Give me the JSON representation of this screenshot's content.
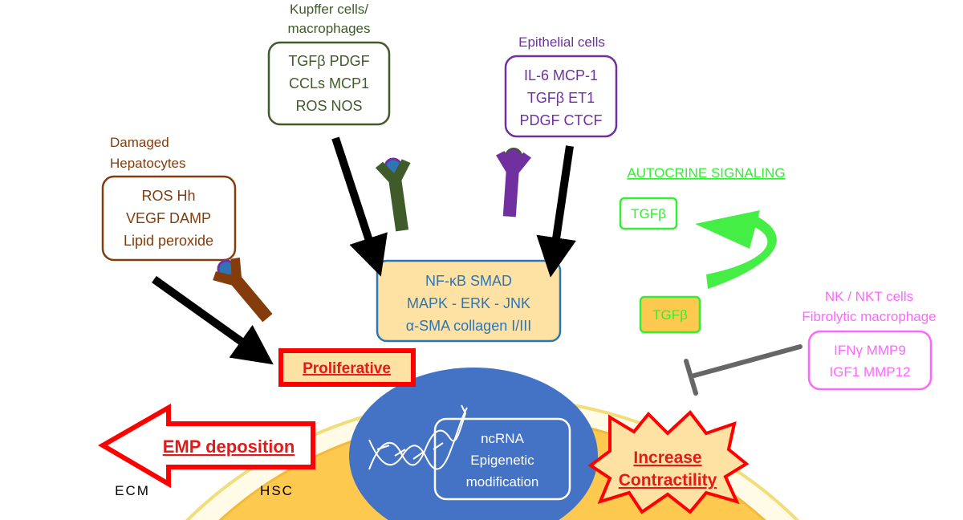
{
  "sources": {
    "kupffer": {
      "title": [
        "Kupffer cells/",
        "macrophages"
      ],
      "lines": [
        "TGFβ PDGF",
        "CCLs MCP1",
        "ROS NOS"
      ]
    },
    "epithelial": {
      "title": [
        "Epithelial cells"
      ],
      "lines": [
        "IL-6  MCP-1",
        "TGFβ ET1",
        "PDGF CTCF"
      ]
    },
    "hepatocytes": {
      "title": [
        "Damaged",
        "Hepatocytes"
      ],
      "lines": [
        "ROS Hh",
        "VEGF DAMP",
        "Lipid peroxide"
      ]
    },
    "nk": {
      "title": [
        "NK / NKT cells",
        "Fibrolytic macrophage"
      ],
      "lines": [
        "IFNγ MMP9",
        "IGF1 MMP12"
      ]
    }
  },
  "autocrine": {
    "title": "AUTOCRINE SIGNALING",
    "outer_label": "TGFβ",
    "inner_label": "TGFβ"
  },
  "pathways": {
    "lines": [
      "NF-κB   SMAD",
      "MAPK - ERK - JNK",
      "α-SMA  collagen I/III"
    ]
  },
  "nucleus": {
    "lines": [
      "ncRNA",
      "Epigenetic",
      "modification"
    ]
  },
  "outcomes": {
    "proliferative": "Proliferative",
    "emp": "EMP deposition",
    "contractility": [
      "Increase",
      "Contractility"
    ]
  },
  "regions": {
    "ecm": "ECM",
    "hsc": "HSC"
  },
  "colors": {
    "cell_fill": "#fdc94f",
    "kupffer": "#3f5b29",
    "epithelial": "#7030a0",
    "hepatocytes": "#843c0c",
    "nk": "#ff66ff",
    "autocrine": "#33ee33",
    "pathway": "#2e75b6",
    "nucleus": "#4472c4",
    "outcome_red": "#ff0000",
    "inhibitor": "#666666",
    "arrow": "#000000"
  }
}
